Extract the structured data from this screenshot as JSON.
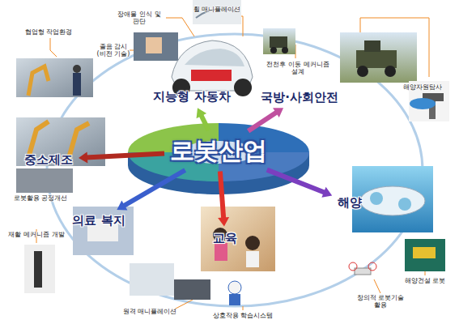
{
  "diagram": {
    "nodes": [
      {
        "text": [
          "로봇산업"
        ]
      },
      {
        "text": [
          "지능형 자동차"
        ]
      },
      {
        "text": [
          "국방·사회안전"
        ]
      },
      {
        "text": [
          "해양"
        ]
      },
      {
        "text": [
          "교육"
        ]
      },
      {
        "text": [
          "의료 복지"
        ]
      },
      {
        "text": [
          "중소제조"
        ]
      }
    ],
    "edges": [
      {
        "from": 0,
        "to": 1,
        "arrow": "to"
      },
      {
        "from": 0,
        "to": 2,
        "arrow": "to"
      },
      {
        "from": 0,
        "to": 3,
        "arrow": "to"
      },
      {
        "from": 0,
        "to": 4,
        "arrow": "to"
      },
      {
        "from": 0,
        "to": 5,
        "arrow": "to"
      },
      {
        "from": 0,
        "to": 6,
        "arrow": "to"
      }
    ],
    "labels": [
      "협업형 작업환경",
      "장애물 인식 및 판단",
      "졸음 감시 (비전 기술)",
      "휠 매니퓰레이션",
      "전천후 이동 메커니즘 설계",
      "해양자원탐사",
      "해양건설 로봇",
      "창의적 로봇기술 활용",
      "상호작용 학습시스템",
      "원격 매니퓰레이션",
      "재활 메커니즘 개발",
      "로봇활용 공정개선"
    ]
  }
}
